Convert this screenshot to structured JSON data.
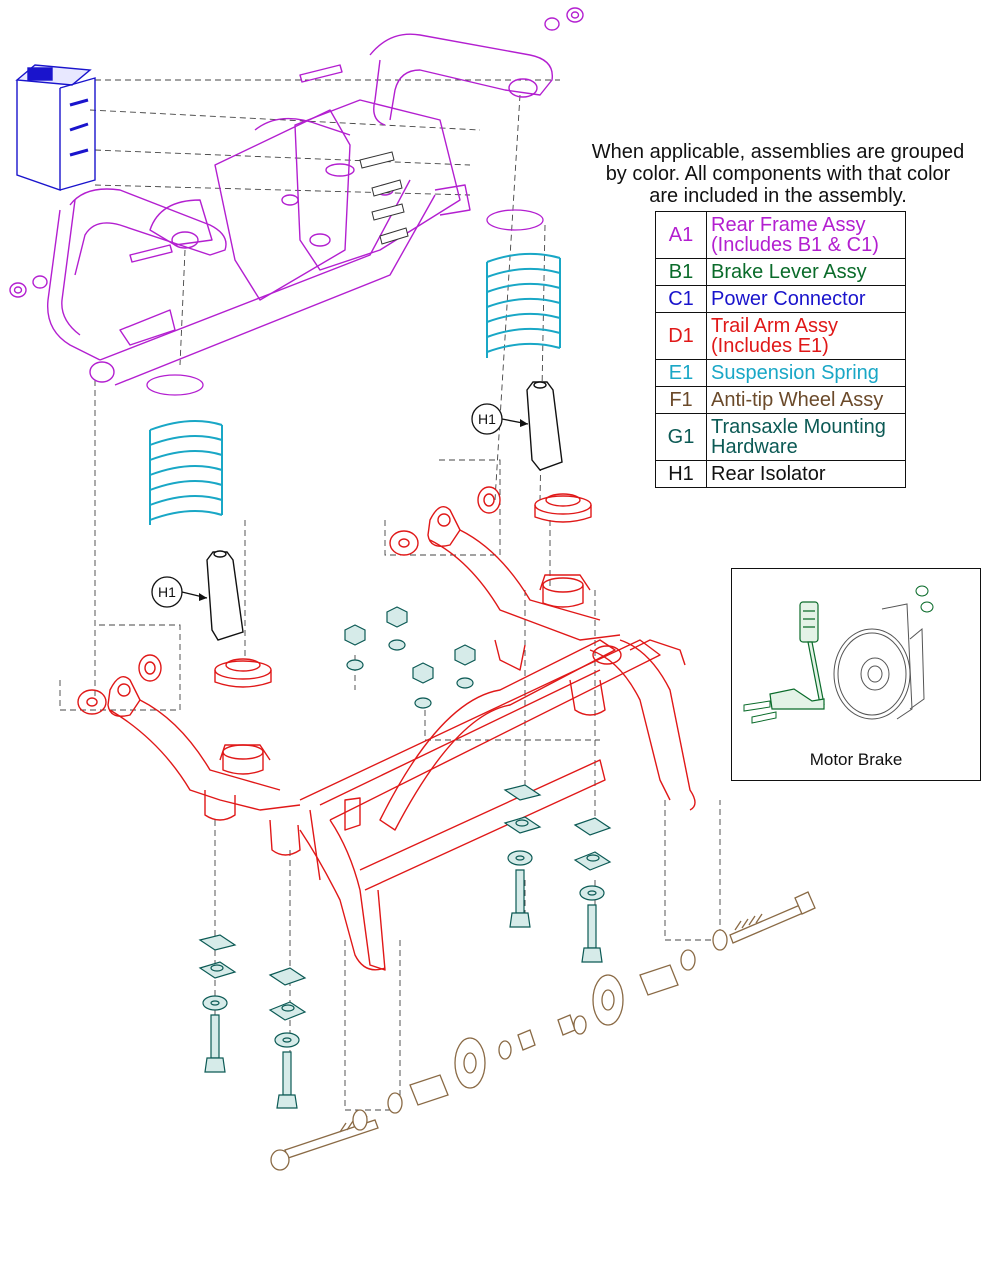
{
  "note": {
    "line1": "When applicable, assemblies are grouped",
    "line2": "by color. All components with that color",
    "line3": "are included in the assembly."
  },
  "legend": [
    {
      "code": "A1",
      "line1": "Rear Frame Assy",
      "line2": "(Includes B1 & C1)",
      "color": "#b31fd0"
    },
    {
      "code": "B1",
      "line1": "Brake Lever Assy",
      "line2": "",
      "color": "#0a6b2a"
    },
    {
      "code": "C1",
      "line1": "Power Connector",
      "line2": "",
      "color": "#1a14cc"
    },
    {
      "code": "D1",
      "line1": "Trail Arm Assy",
      "line2": "(Includes E1)",
      "color": "#e01818"
    },
    {
      "code": "E1",
      "line1": "Suspension Spring",
      "line2": "",
      "color": "#19a7c6"
    },
    {
      "code": "F1",
      "line1": "Anti-tip Wheel Assy",
      "line2": "",
      "color": "#6b4a2a"
    },
    {
      "code": "G1",
      "line1": "Transaxle Mounting",
      "line2": "Hardware",
      "color": "#0c5a55"
    },
    {
      "code": "H1",
      "line1": "Rear Isolator",
      "line2": "",
      "color": "#111111"
    }
  ],
  "callouts": {
    "left": "H1",
    "right": "H1"
  },
  "inset": {
    "caption": "Motor Brake"
  },
  "colors": {
    "rear_frame": "#b31fd0",
    "brake_lever": "#0a6b2a",
    "power_connector": "#1a14cc",
    "trail_arm": "#e01818",
    "spring": "#19a7c6",
    "antitip": "#8a6a45",
    "hardware": "#0c5a55",
    "isolator": "#111111"
  }
}
